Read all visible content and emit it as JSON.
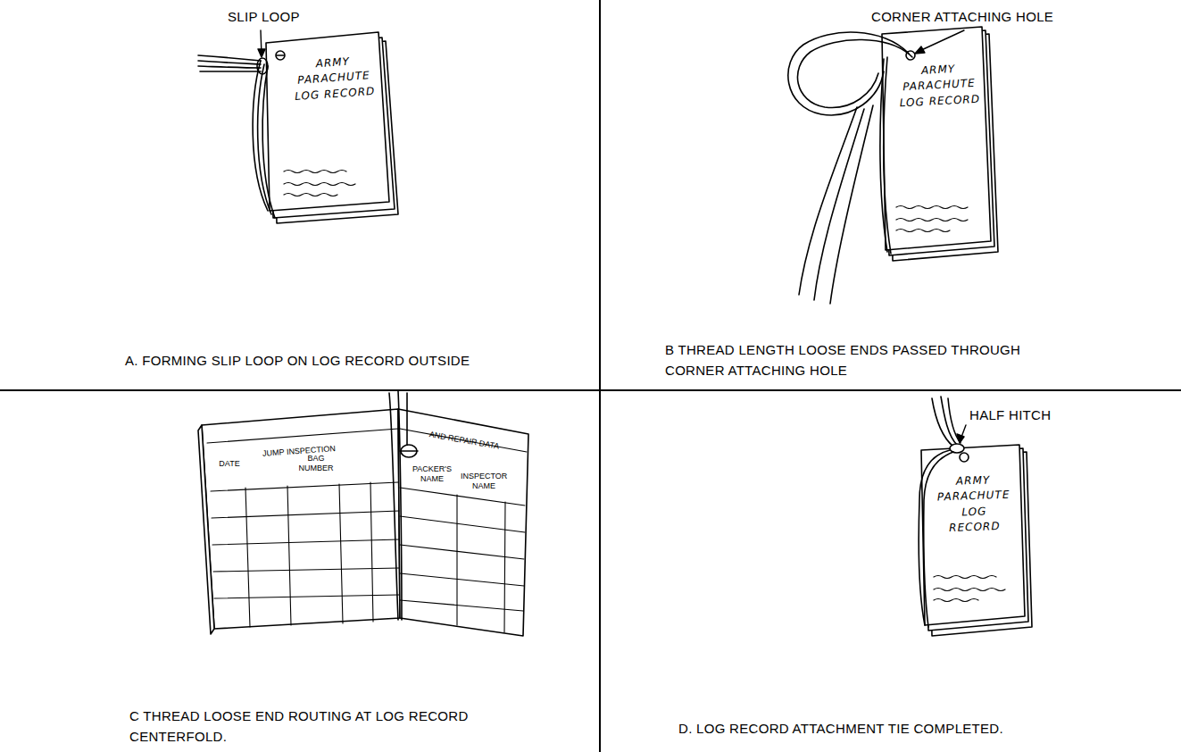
{
  "diagram": {
    "labels": [
      "SLIP LOOP",
      "ARMY PARACHUTE LOG RECORD",
      "A. FORMING SLIP LOOP ON LOG RECORD OUTSIDE",
      "CORNER ATTACHING HOLE",
      "ARMY PARACHUTE LOG RECORD",
      "B THREAD LENGTH LOOSE ENDS PASSED THROUGH CORNER ATTACHING HOLE",
      "JUMP INSPECTION",
      "AND REPAIR DATA",
      "DATE",
      "BAG NUMBER",
      "PACKER'S NAME",
      "INSPECTOR NAME",
      "C THREAD LOOSE END ROUTING AT LOG RECORD CENTERFOLD.",
      "HALF HITCH",
      "ARMY PARACHUTE LOG RECORD",
      "D. LOG RECORD ATTACHMENT TIE COMPLETED."
    ]
  }
}
